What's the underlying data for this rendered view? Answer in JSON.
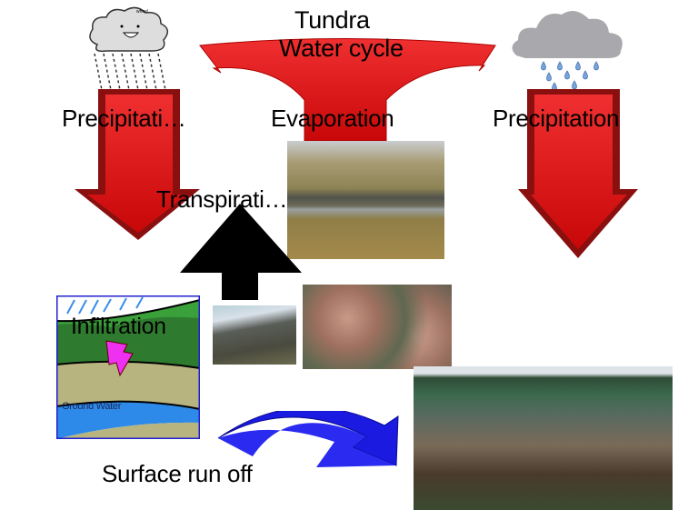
{
  "slide": {
    "title_line1": "Tundra",
    "title_line2": "Water cycle"
  },
  "labels": {
    "precipitation_left": "Precipitati…",
    "evaporation": "Evaporation",
    "precipitation_right": "Precipitation",
    "transpiration": "Transpirati…",
    "infiltration": "Infiltration",
    "ground_water": "Ground Water",
    "surface_runoff": "Surface run off",
    "cloud_caption": "whee!"
  },
  "colors": {
    "red_arrow": "#d81a1a",
    "blue_arrow": "#1a1ae0",
    "black_arrow": "#000000"
  }
}
